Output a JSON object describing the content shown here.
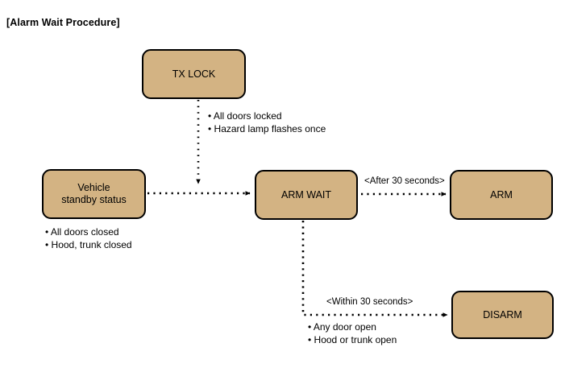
{
  "diagram": {
    "title": "[Alarm Wait Procedure]",
    "colors": {
      "node_fill": "#d3b383",
      "node_border": "#000000",
      "edge": "#000000",
      "background": "#ffffff"
    },
    "nodes": [
      {
        "id": "tx-lock",
        "label": "TX LOCK",
        "lines": [
          "TX LOCK"
        ]
      },
      {
        "id": "vehicle-standby",
        "label": "Vehicle standby status",
        "lines": [
          "Vehicle",
          "standby status"
        ]
      },
      {
        "id": "arm-wait",
        "label": "ARM WAIT",
        "lines": [
          "ARM WAIT"
        ]
      },
      {
        "id": "arm",
        "label": "ARM",
        "lines": [
          "ARM"
        ]
      },
      {
        "id": "disarm",
        "label": "DISARM",
        "lines": [
          "DISARM"
        ]
      }
    ],
    "annotations": [
      {
        "id": "tx-lock-conditions",
        "lines": [
          "• All doors locked",
          "• Hazard lamp flashes once"
        ]
      },
      {
        "id": "vehicle-standby-conditions",
        "lines": [
          "• All doors closed",
          "• Hood, trunk closed"
        ]
      },
      {
        "id": "disarm-conditions",
        "lines": [
          "• Any door open",
          "• Hood or trunk open"
        ]
      }
    ],
    "edge_labels": [
      {
        "id": "after-30-seconds",
        "text": "<After 30 seconds>"
      },
      {
        "id": "within-30-seconds",
        "text": "<Within 30 seconds>"
      }
    ]
  }
}
